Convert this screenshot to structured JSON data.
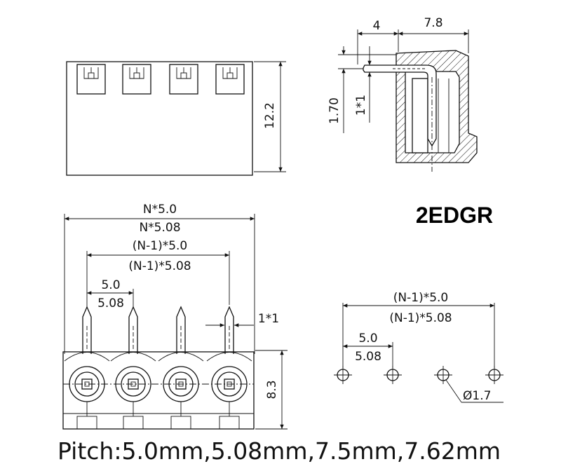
{
  "part_code": "2EDGR",
  "caption": "Pitch:5.0mm,5.08mm,7.5mm,7.62mm",
  "top_view": {
    "height_label": "12.2"
  },
  "side_view": {
    "dim_a": "4",
    "dim_b": "7.8",
    "dim_c": "1.70",
    "dim_d": "1*1"
  },
  "front_view": {
    "total_a": "N*5.0",
    "total_b": "N*5.08",
    "span_a": "(N-1)*5.0",
    "span_b": "(N-1)*5.08",
    "pitch_a": "5.0",
    "pitch_b": "5.08",
    "pin_size": "1*1",
    "height_label": "8.3"
  },
  "pcb_layout": {
    "span_a": "(N-1)*5.0",
    "span_b": "(N-1)*5.08",
    "pitch_a": "5.0",
    "pitch_b": "5.08",
    "hole_label": "Ø1.7"
  }
}
